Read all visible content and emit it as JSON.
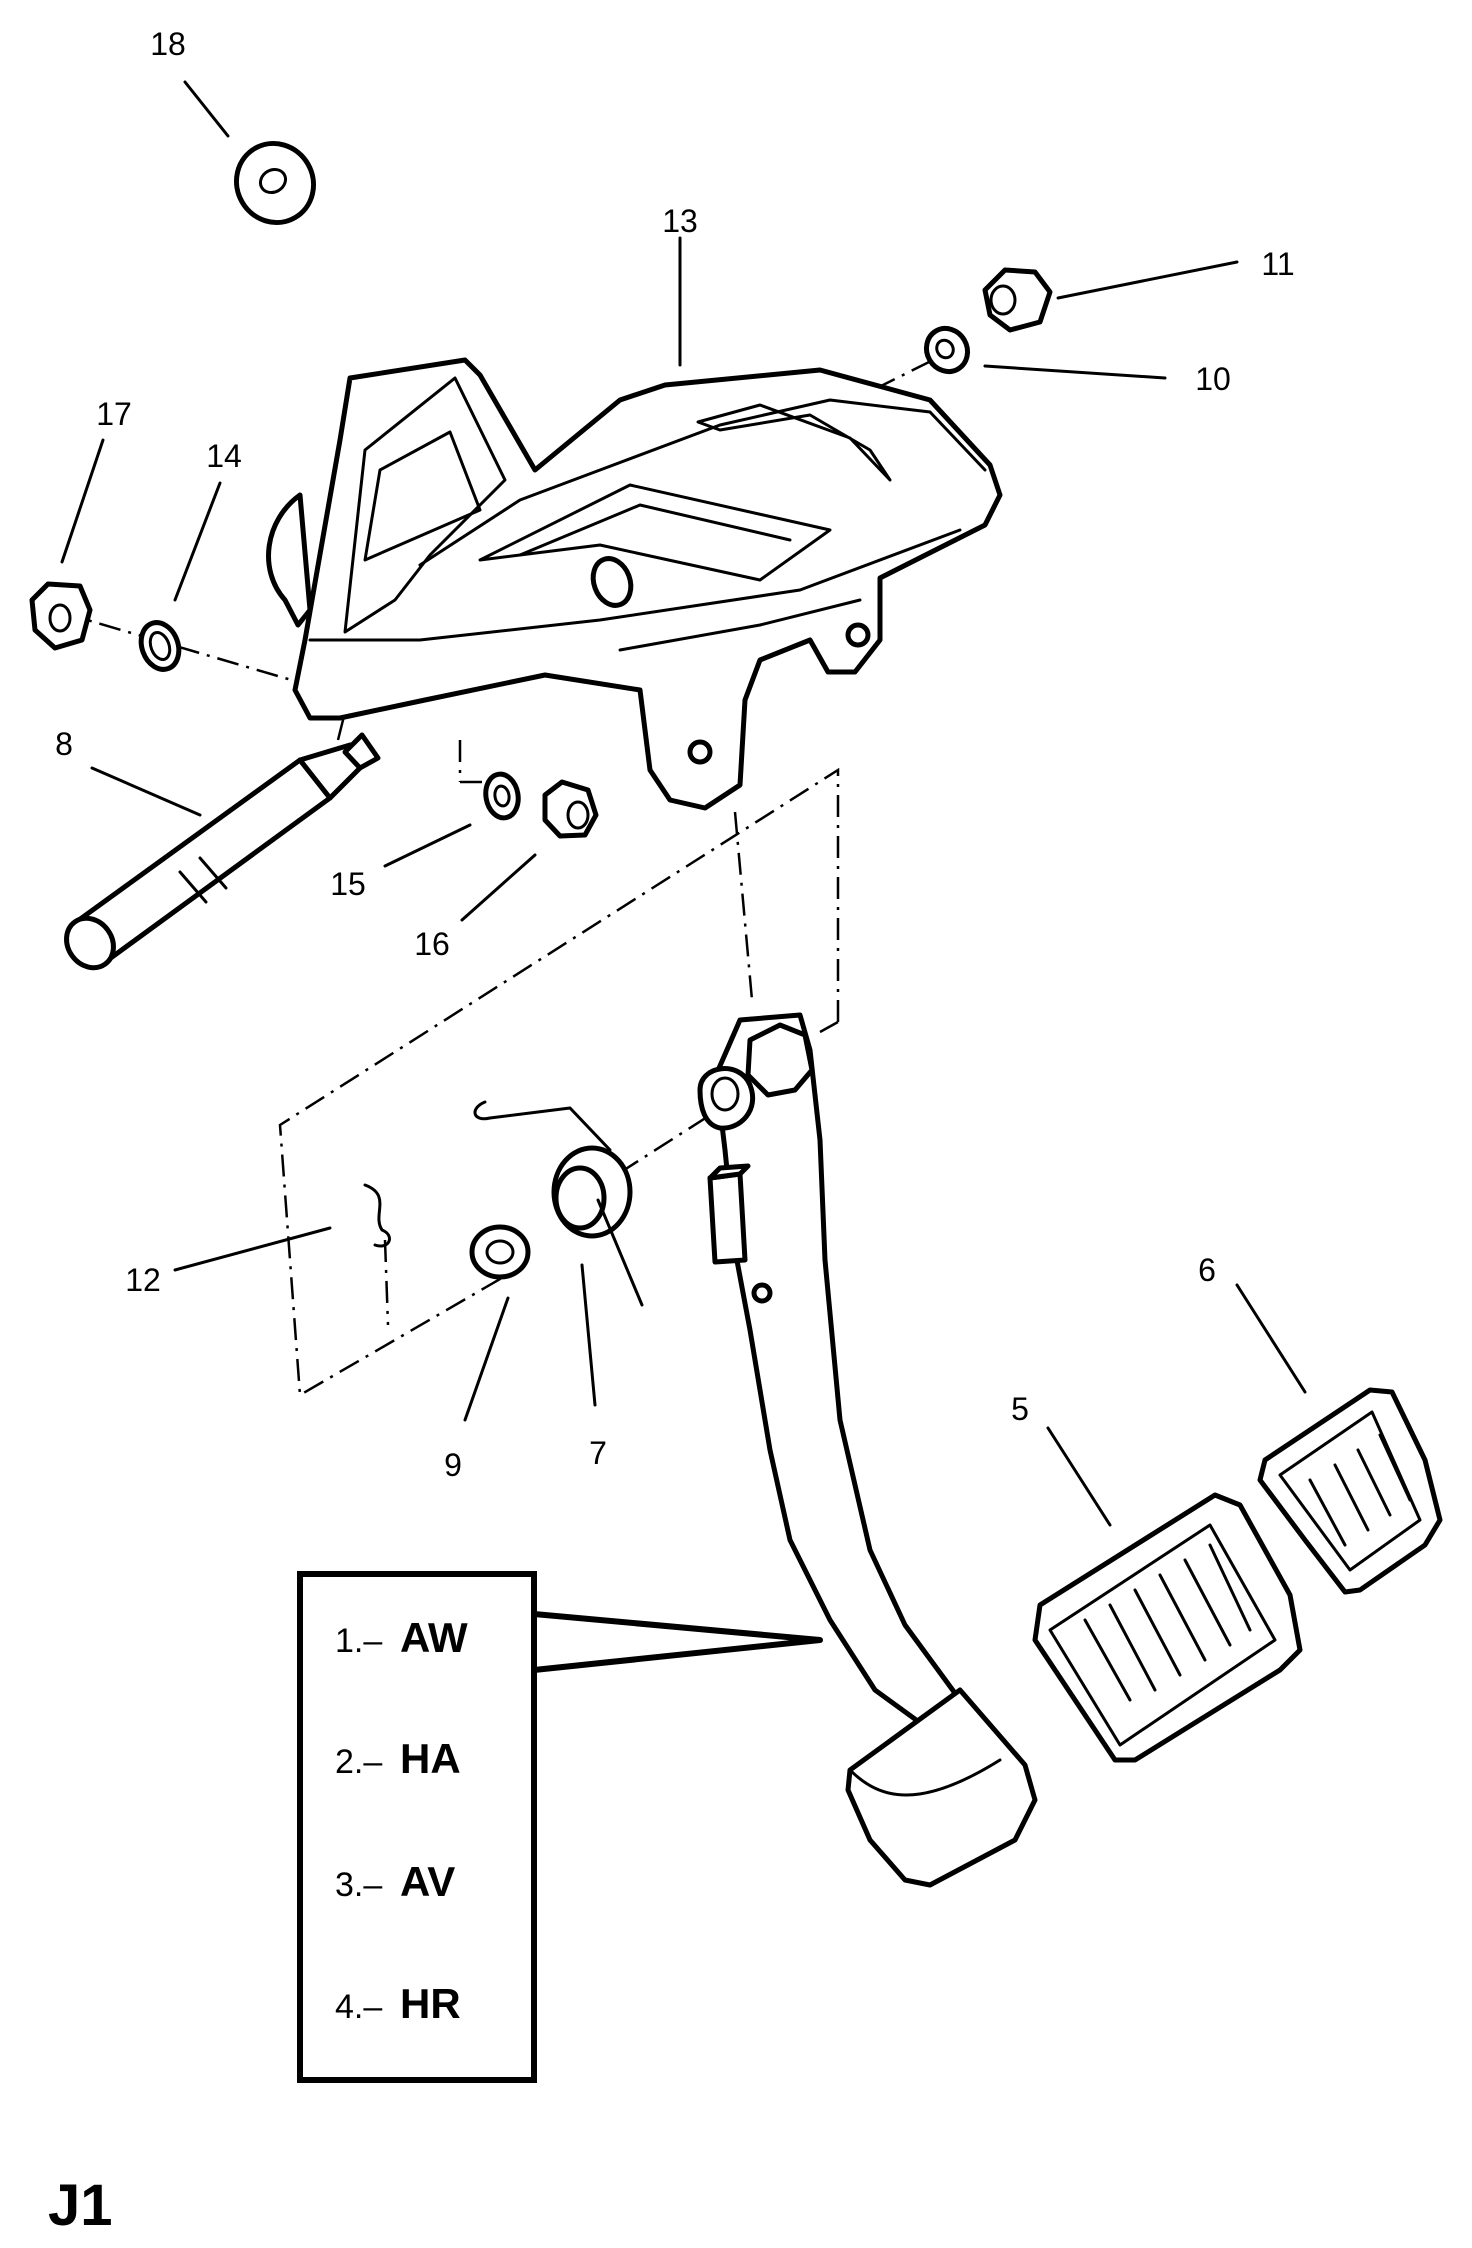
{
  "callouts": {
    "c18": "18",
    "c13": "13",
    "c11": "11",
    "c10": "10",
    "c17": "17",
    "c14": "14",
    "c8": "8",
    "c15": "15",
    "c16": "16",
    "c12": "12",
    "c9": "9",
    "c7": "7",
    "c6": "6",
    "c5": "5"
  },
  "legend": [
    {
      "prefix": "1.–",
      "code": "AW"
    },
    {
      "prefix": "2.–",
      "code": "HA"
    },
    {
      "prefix": "3.–",
      "code": "AV"
    },
    {
      "prefix": "4.–",
      "code": "HR"
    }
  ],
  "sheet_id": "J1"
}
